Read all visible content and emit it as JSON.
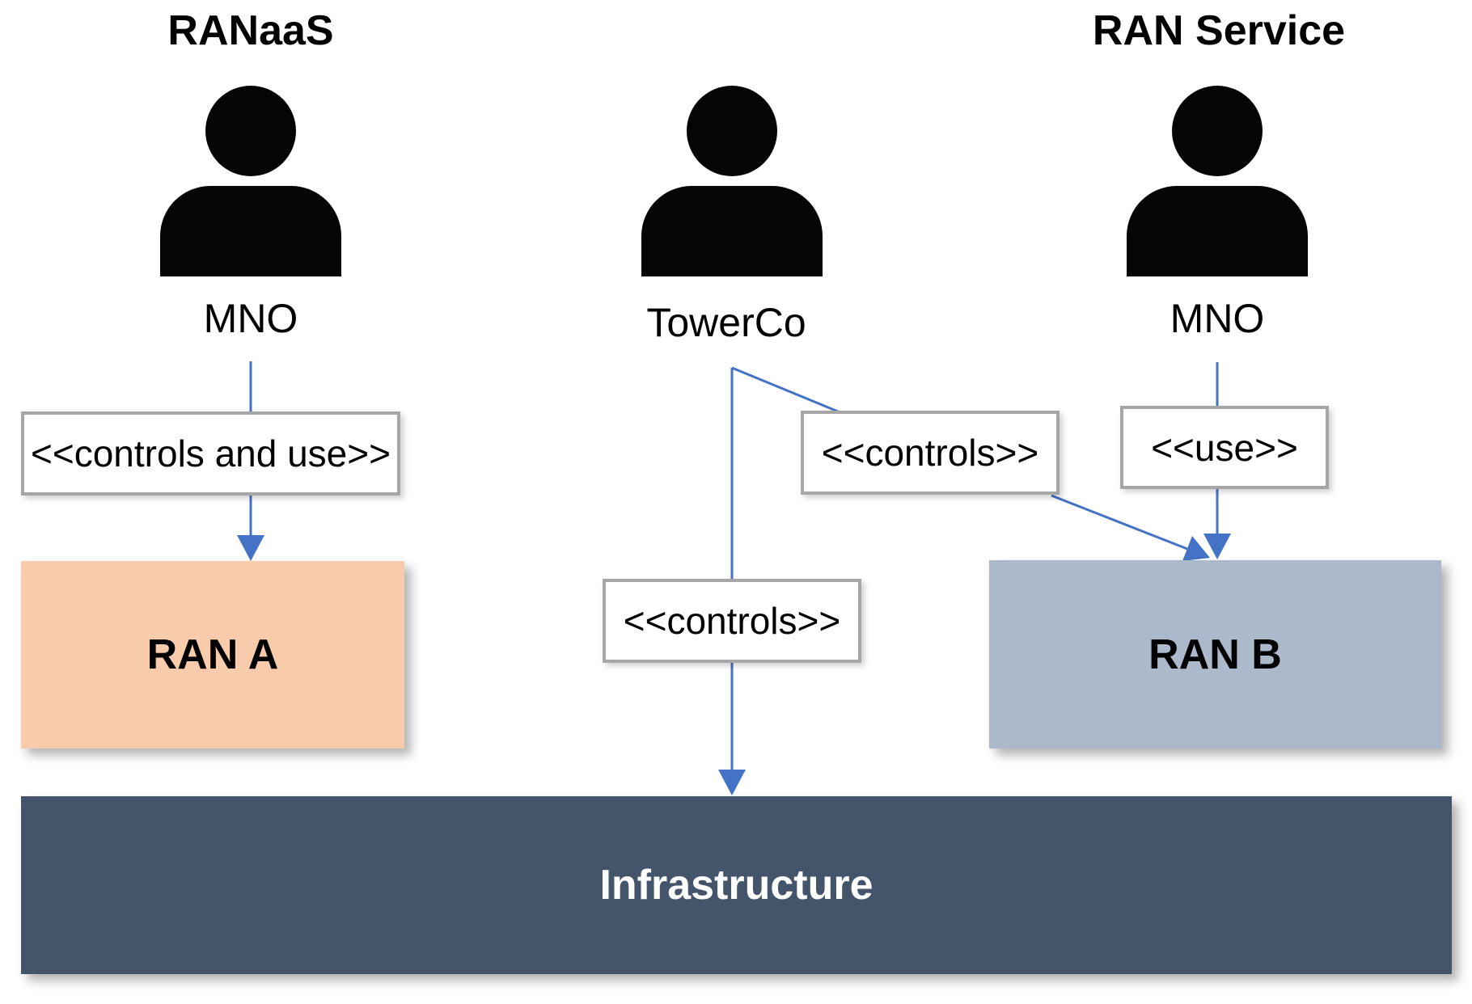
{
  "diagram": {
    "left_group": {
      "title": "RANaaS",
      "actor": "MNO",
      "stereotype": "<<controls and use>>",
      "target_box": {
        "label": "RAN A",
        "fill": "#F8CBAD"
      }
    },
    "middle_group": {
      "actor": "TowerCo",
      "stereotype_to_ranb": "<<controls>>",
      "stereotype_to_infra": "<<controls>>"
    },
    "right_group": {
      "title": "RAN Service",
      "actor": "MNO",
      "stereotype": "<<use>>",
      "target_box": {
        "label": "RAN B",
        "fill": "#ACB9CA"
      }
    },
    "infrastructure": {
      "label": "Infrastructure",
      "fill": "#44546A",
      "text_color": "#FFFFFF"
    },
    "colors": {
      "connector": "#4472C4",
      "stereotype_border": "#A6A6A6",
      "text": "#000000"
    }
  }
}
